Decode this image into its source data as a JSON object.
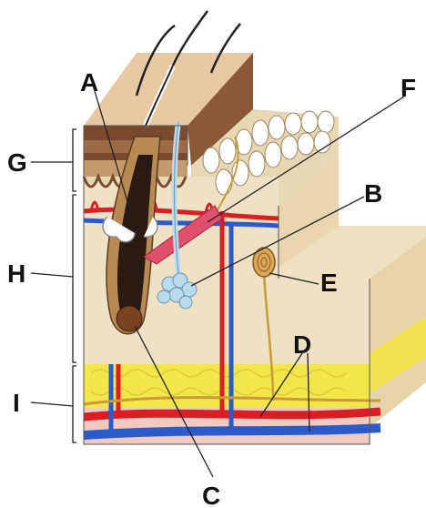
{
  "labels": {
    "A": "A",
    "B": "B",
    "C": "C",
    "D": "D",
    "E": "E",
    "F": "F",
    "G": "G",
    "H": "H",
    "I": "I"
  },
  "colors": {
    "epidermis_top": "#7a4a2e",
    "epidermis_base": "#b98a5a",
    "dermis": "#efe1c3",
    "dermis_side": "#e2cfa7",
    "fat": "#f3e64a",
    "fascia": "#f0c9c0",
    "artery": "#d91f25",
    "vein": "#2a5bc9",
    "nerve": "#c99a3a",
    "muscle": "#e0506a",
    "gland": "#b9dbee"
  },
  "icons": [
    "hair-icon",
    "blood-vessel-icon",
    "sweat-gland-icon",
    "pressure-receptor-icon"
  ]
}
